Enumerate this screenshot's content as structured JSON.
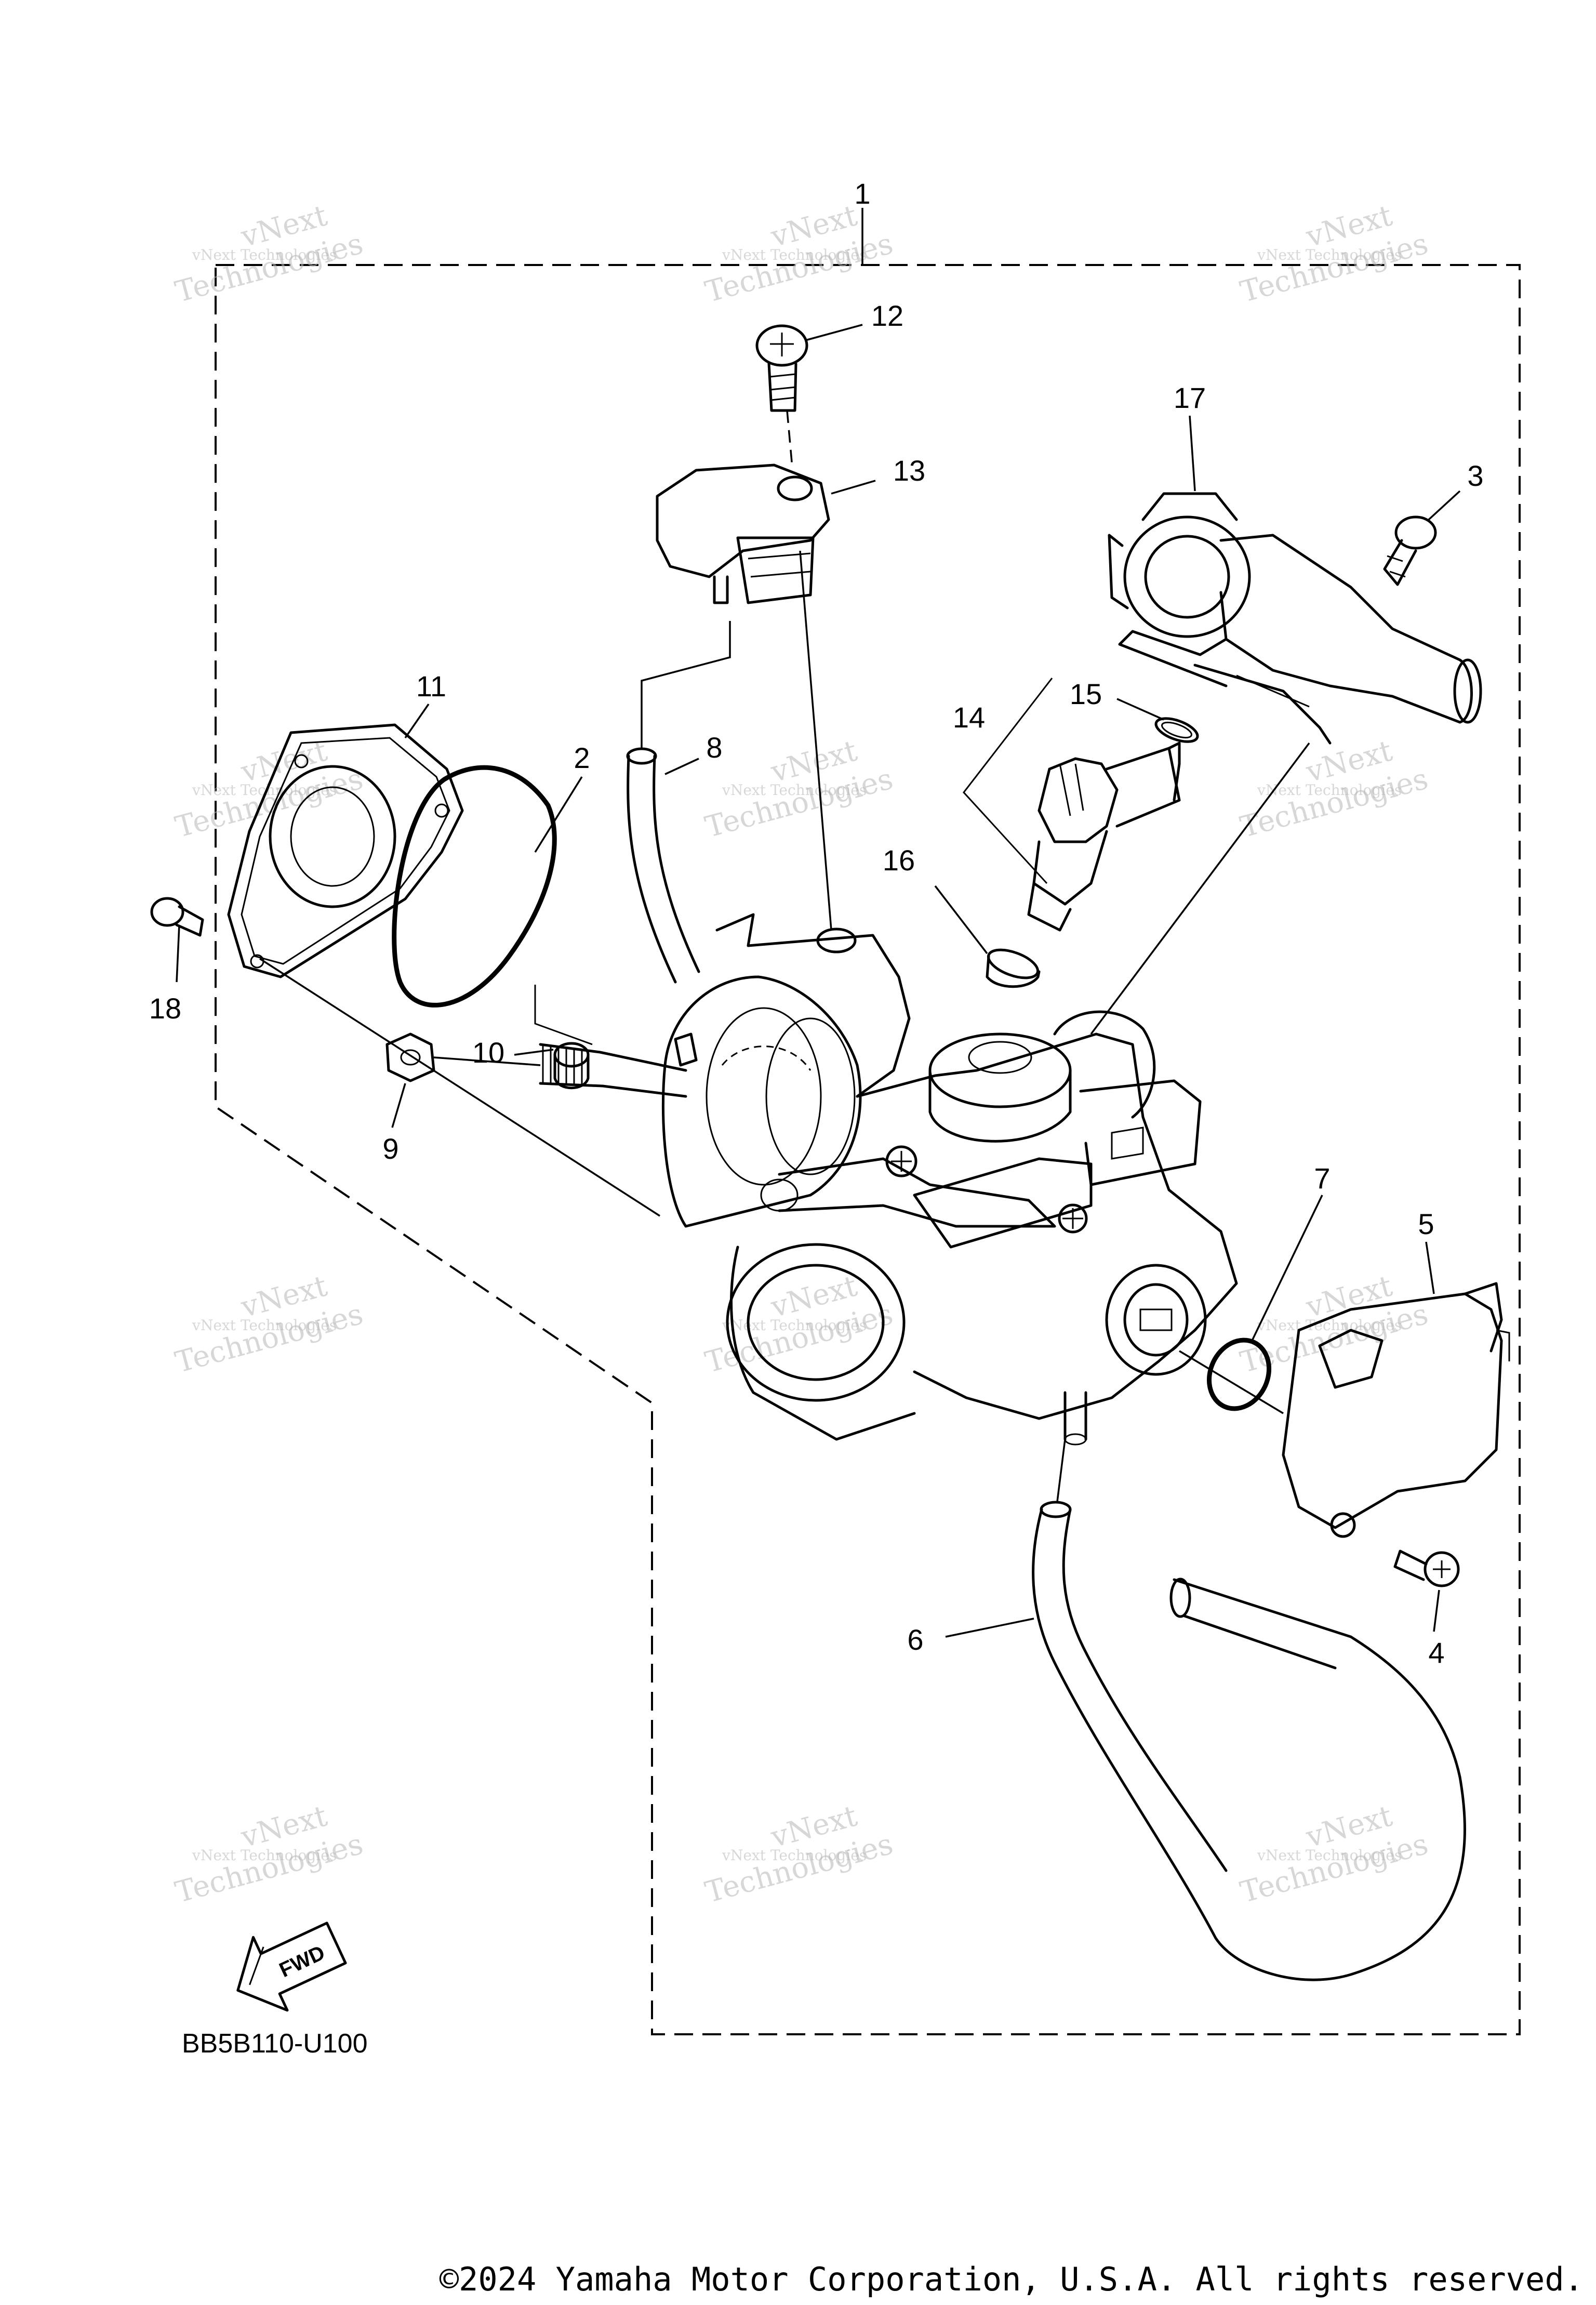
{
  "diagram_code": "BB5B110-U100",
  "copyright": "©2024 Yamaha Motor Corporation, U.S.A. All rights reserved.",
  "fwd_label": "FWD",
  "watermark": {
    "line1": "vNext Technologies",
    "line2": "Technologies",
    "line3": "vNext"
  },
  "parts": [
    {
      "id": "part-1",
      "number": "1"
    },
    {
      "id": "part-2",
      "number": "2"
    },
    {
      "id": "part-3",
      "number": "3"
    },
    {
      "id": "part-4",
      "number": "4"
    },
    {
      "id": "part-5",
      "number": "5"
    },
    {
      "id": "part-6",
      "number": "6"
    },
    {
      "id": "part-7",
      "number": "7"
    },
    {
      "id": "part-8",
      "number": "8"
    },
    {
      "id": "part-9",
      "number": "9"
    },
    {
      "id": "part-10",
      "number": "10"
    },
    {
      "id": "part-11",
      "number": "11"
    },
    {
      "id": "part-12",
      "number": "12"
    },
    {
      "id": "part-13",
      "number": "13"
    },
    {
      "id": "part-14",
      "number": "14"
    },
    {
      "id": "part-15",
      "number": "15"
    },
    {
      "id": "part-16",
      "number": "16"
    },
    {
      "id": "part-17",
      "number": "17"
    },
    {
      "id": "part-18",
      "number": "18"
    }
  ]
}
